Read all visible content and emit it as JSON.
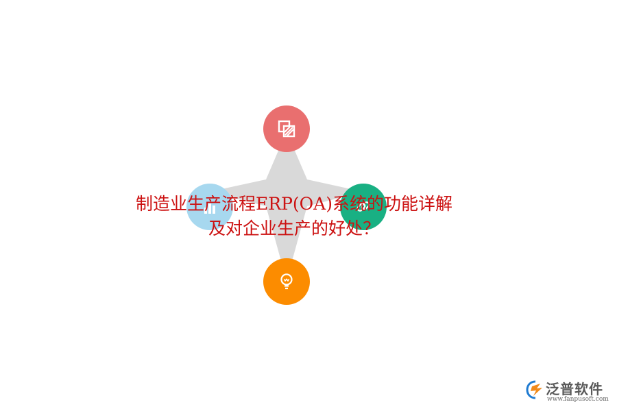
{
  "title": {
    "line1": "制造业生产流程ERP(OA)系统的功能详解",
    "line2": "及对企业生产的好处？"
  },
  "nodes": [
    {
      "id": "top",
      "color": "#e96f6f",
      "icon": "layers-icon"
    },
    {
      "id": "left",
      "color": "#a7d8ef",
      "icon": "bar-chart-icon"
    },
    {
      "id": "right",
      "color": "#19b083",
      "icon": "link-icon"
    },
    {
      "id": "bottom",
      "color": "#fc8c00",
      "icon": "lightbulb-icon"
    }
  ],
  "logo": {
    "brand": "泛普软件",
    "url": "www.fanpusoft.com"
  }
}
